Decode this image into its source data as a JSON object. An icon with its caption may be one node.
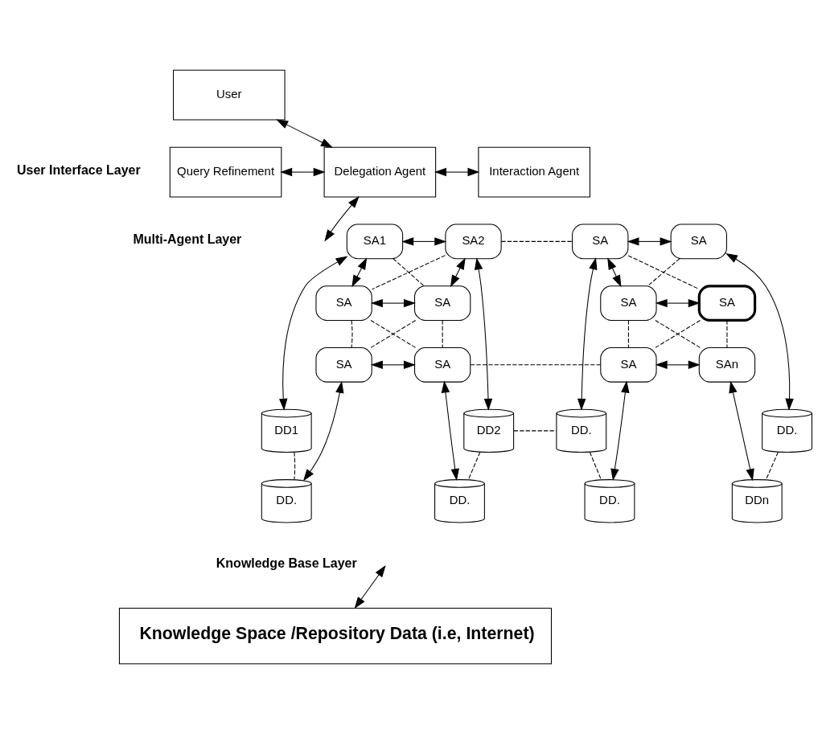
{
  "diagram": {
    "nodes": [
      {
        "text": [
          "User"
        ]
      },
      {
        "text": [
          "Query Refinement"
        ]
      },
      {
        "text": [
          "Delegation Agent"
        ]
      },
      {
        "text": [
          "Interaction Agent"
        ]
      },
      {
        "text": [
          "SA1"
        ]
      },
      {
        "text": [
          "SA2"
        ]
      },
      {
        "text": [
          "SA"
        ]
      },
      {
        "text": [
          "SA"
        ]
      },
      {
        "text": [
          "SA"
        ]
      },
      {
        "text": [
          "SA"
        ]
      },
      {
        "text": [
          "SA"
        ]
      },
      {
        "text": [
          "SA"
        ]
      },
      {
        "text": [
          "SA"
        ]
      },
      {
        "text": [
          "SA"
        ]
      },
      {
        "text": [
          "SA"
        ]
      },
      {
        "text": [
          "SAn"
        ]
      },
      {
        "text": [
          "DD1"
        ]
      },
      {
        "text": [
          "DD2"
        ]
      },
      {
        "text": [
          "DD."
        ]
      },
      {
        "text": [
          "DD."
        ]
      },
      {
        "text": [
          "DD."
        ]
      },
      {
        "text": [
          "DD."
        ]
      },
      {
        "text": [
          "DD."
        ]
      },
      {
        "text": [
          "DDn"
        ]
      },
      {
        "text": [
          "Knowledge Space /Repository Data (i.e, Internet)"
        ]
      }
    ],
    "edges": [
      {
        "from": 0,
        "to": 2,
        "arrow": "both"
      },
      {
        "from": 1,
        "to": 2,
        "arrow": "both"
      },
      {
        "from": 2,
        "to": 3,
        "arrow": "both"
      },
      {
        "from": 2,
        "to": null,
        "arrow": "both"
      },
      {
        "from": 4,
        "to": 5,
        "arrow": "both"
      },
      {
        "from": 4,
        "to": 6,
        "arrow": "both"
      },
      {
        "from": 5,
        "to": 7,
        "arrow": "both"
      },
      {
        "from": 6,
        "to": 7,
        "arrow": "both"
      },
      {
        "from": 4,
        "to": 7,
        "arrow": "none",
        "style": "dashed"
      },
      {
        "from": 5,
        "to": 6,
        "arrow": "none",
        "style": "dashed"
      },
      {
        "from": 6,
        "to": 8,
        "arrow": "none",
        "style": "dashed"
      },
      {
        "from": 7,
        "to": 9,
        "arrow": "none",
        "style": "dashed"
      },
      {
        "from": 6,
        "to": 9,
        "arrow": "none",
        "style": "dashed"
      },
      {
        "from": 7,
        "to": 8,
        "arrow": "none",
        "style": "dashed"
      },
      {
        "from": 8,
        "to": 9,
        "arrow": "both"
      },
      {
        "from": 4,
        "to": 16,
        "arrow": "both"
      },
      {
        "from": 5,
        "to": 17,
        "arrow": "both"
      },
      {
        "from": 8,
        "to": 18,
        "arrow": "both"
      },
      {
        "from": 9,
        "to": 19,
        "arrow": "both"
      },
      {
        "from": 16,
        "to": 18,
        "arrow": "none",
        "style": "dashed"
      },
      {
        "from": 17,
        "to": 19,
        "arrow": "none",
        "style": "dashed"
      },
      {
        "from": 10,
        "to": 11,
        "arrow": "both"
      },
      {
        "from": 10,
        "to": 12,
        "arrow": "both"
      },
      {
        "from": 12,
        "to": 13,
        "arrow": "both"
      },
      {
        "from": 10,
        "to": 13,
        "arrow": "none",
        "style": "dashed"
      },
      {
        "from": 11,
        "to": 12,
        "arrow": "none",
        "style": "dashed"
      },
      {
        "from": 12,
        "to": 14,
        "arrow": "none",
        "style": "dashed"
      },
      {
        "from": 13,
        "to": 15,
        "arrow": "none",
        "style": "dashed"
      },
      {
        "from": 12,
        "to": 15,
        "arrow": "none",
        "style": "dashed"
      },
      {
        "from": 13,
        "to": 14,
        "arrow": "none",
        "style": "dashed"
      },
      {
        "from": 14,
        "to": 15,
        "arrow": "both"
      },
      {
        "from": 10,
        "to": 20,
        "arrow": "both"
      },
      {
        "from": 11,
        "to": 21,
        "arrow": "both"
      },
      {
        "from": 14,
        "to": 22,
        "arrow": "both"
      },
      {
        "from": 15,
        "to": 23,
        "arrow": "both"
      },
      {
        "from": 20,
        "to": 22,
        "arrow": "none",
        "style": "dashed"
      },
      {
        "from": 21,
        "to": 23,
        "arrow": "none",
        "style": "dashed"
      },
      {
        "from": 5,
        "to": 10,
        "arrow": "none",
        "style": "dashed"
      },
      {
        "from": 9,
        "to": 14,
        "arrow": "none",
        "style": "dashed"
      },
      {
        "from": 17,
        "to": 20,
        "arrow": "none",
        "style": "dashed"
      },
      {
        "from": null,
        "to": 24,
        "arrow": "both"
      }
    ],
    "labels": [
      "User Interface Layer",
      "Multi-Agent Layer",
      "Knowledge Base Layer"
    ]
  }
}
